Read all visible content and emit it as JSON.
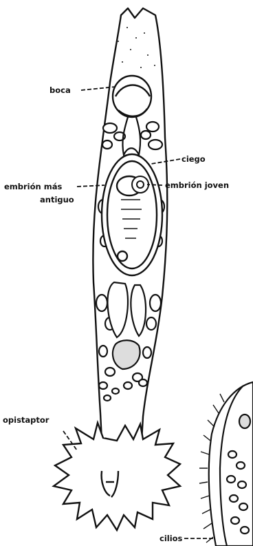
{
  "labels": {
    "boca": "boca",
    "ciego": "ciego",
    "embrion_mas_antiguo_line1": "embrión más",
    "embrion_mas_antiguo_line2": "antiguo",
    "embrion_joven": "embrión joven",
    "opistaptor": "opistaptor",
    "cilios": "cilios"
  },
  "colors": {
    "ink": "#111111",
    "paper": "#ffffff"
  }
}
